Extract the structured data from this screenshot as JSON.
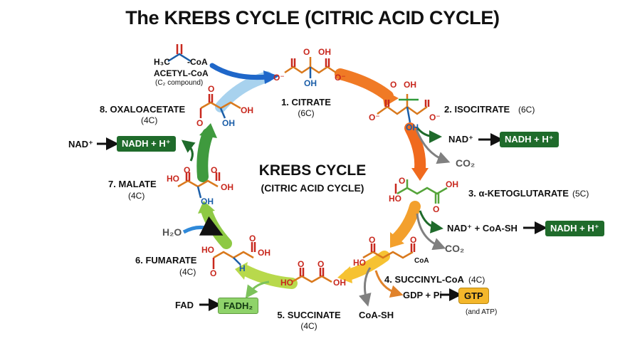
{
  "title": "The KREBS CYCLE (CITRIC ACID CYCLE)",
  "center": {
    "line1": "KREBS CYCLE",
    "line2": "(CITRIC ACID CYCLE)"
  },
  "acetyl": {
    "formula_h3c": "H₃C",
    "formula_coa": "-CoA",
    "name": "ACETYL-CoA",
    "note": "(C₂ compound)"
  },
  "steps": [
    {
      "label": "1. CITRATE",
      "carbons": "(6C)"
    },
    {
      "label": "2. ISOCITRATE",
      "carbons": "(6C)"
    },
    {
      "label": "3. α-KETOGLUTARATE",
      "carbons": "(5C)"
    },
    {
      "label": "4. SUCCINYL-CoA",
      "carbons": "(4C)"
    },
    {
      "label": "5. SUCCINATE",
      "carbons": "(4C)"
    },
    {
      "label": "6. FUMARATE",
      "carbons": "(4C)"
    },
    {
      "label": "7. MALATE",
      "carbons": "(4C)"
    },
    {
      "label": "8. OXALOACETATE",
      "carbons": "(4C)"
    }
  ],
  "reactions": {
    "isocitrate_in": "NAD⁺",
    "isocitrate_out": "NADH + H⁺",
    "isocitrate_co2": "CO₂",
    "akg_in": "NAD⁺ + CoA-SH",
    "akg_out": "NADH + H⁺",
    "akg_co2": "CO₂",
    "succinyl_in": "GDP + Pi",
    "succinyl_out": "GTP",
    "succinyl_note": "(and ATP)",
    "succinyl_release": "CoA-SH",
    "succinate_in": "FAD",
    "succinate_out": "FADH₂",
    "fumarate_in": "H₂O",
    "malate_in": "NAD⁺",
    "malate_out": "NADH + H⁺"
  },
  "chem_labels": {
    "oh": "OH",
    "ho": "HO",
    "o_minus": "O⁻",
    "o": "O",
    "h": "H",
    "coa": "CoA"
  },
  "colors": {
    "carbon_orange": "#d9791d",
    "oxygen_red": "#c8281e",
    "hydroxyl_blue": "#1b5ea8",
    "green_box": "#1f6b2b",
    "fadh_box": "#8fd36a",
    "gtp_box": "#f4b72b",
    "co2_grey": "#808080"
  }
}
